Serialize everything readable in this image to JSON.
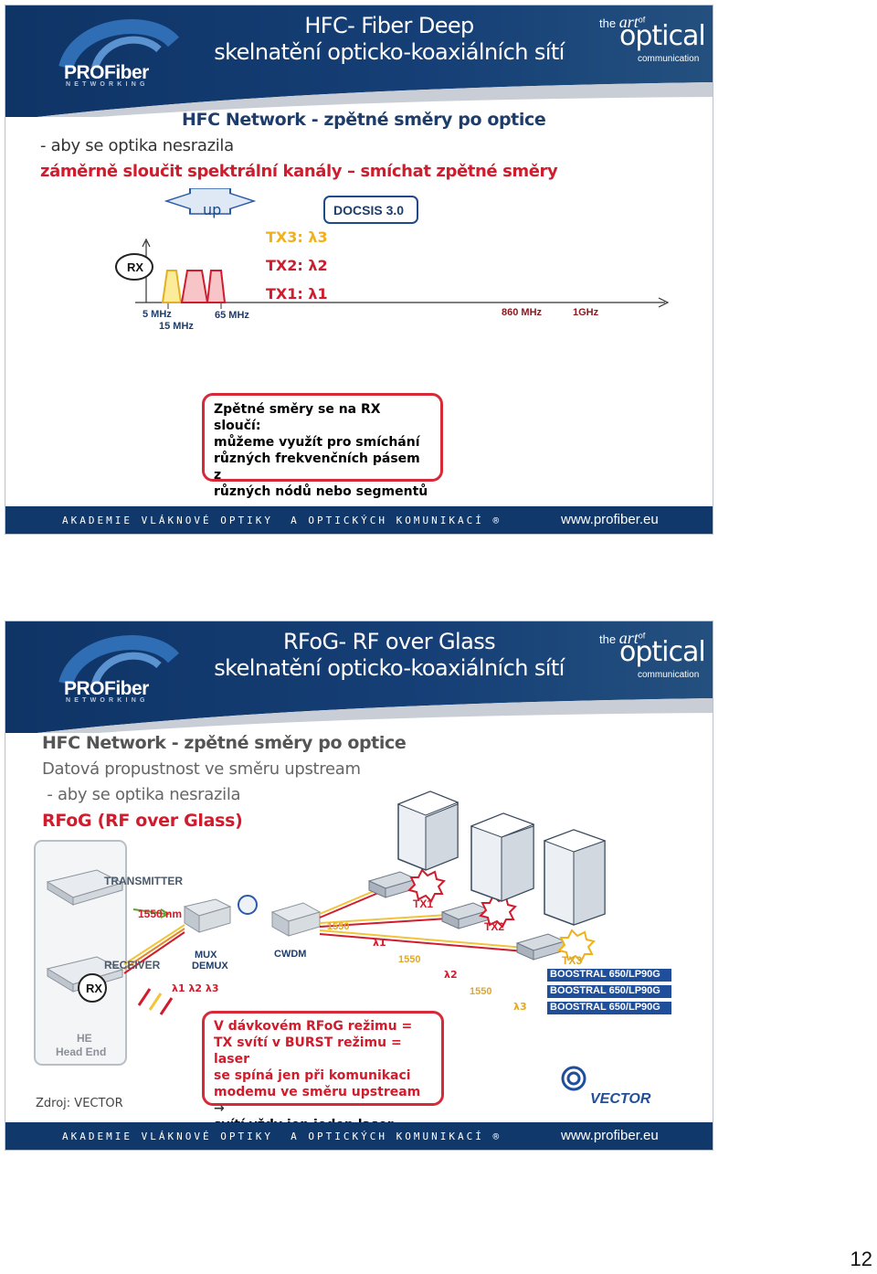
{
  "colors": {
    "navy": "#11386a",
    "red": "#d01c2c",
    "gold": "#f0b218",
    "callout_border": "#d62a38"
  },
  "slide1": {
    "title_line1": "HFC- Fiber Deep",
    "title_line2": "skelnatění opticko-koaxiálních sítí",
    "heading": "HFC Network - zpětné směry po optice",
    "line1": "- aby se optika nesrazila",
    "line2": "záměrně sloučit spektrální kanály – smíchat zpětné směry",
    "diagram": {
      "up": "up",
      "docsis": "DOCSIS 3.0",
      "rx": "RX",
      "tx3": "TX3: λ3",
      "tx2": "TX2: λ2",
      "tx1": "TX1: λ1",
      "f5": "5 MHz",
      "f15": "15 MHz",
      "f65": "65 MHz",
      "f860": "860 MHz",
      "f1g": "1GHz"
    },
    "callout": [
      "Zpětné směry se na RX sloučí:",
      "můžeme využít pro smíchání",
      "různých frekvenčních pásem z",
      "různých nódů nebo segmentů"
    ]
  },
  "slide2": {
    "title_line1": "RFoG- RF over Glass",
    "title_line2": "skelnatění opticko-koaxiálních sítí",
    "heading": "HFC Network - zpětné směry po optice",
    "line1": "Datová propustnost ve směru upstream",
    "line2": " - aby se optika nesrazila",
    "line3": "RFoG (RF over Glass)",
    "diagram": {
      "transmitter": "TRANSMITTER",
      "nm": "1550 nm",
      "receiver": "RECEIVER",
      "rx": "RX",
      "mux": "MUX",
      "demux": "DEMUX",
      "cwdm": "CWDM",
      "l1550a": "1550",
      "l1550b": "1550",
      "l1550c": "1550",
      "lam1": "λ1",
      "lam2": "λ2",
      "lam3": "λ3",
      "lams": "λ1 λ2 λ3",
      "tx1": "TX1",
      "tx2": "TX2",
      "tx3": "TX3",
      "boostral": [
        "BOOSTRAL 650/LP90G",
        "BOOSTRAL 650/LP90G",
        "BOOSTRAL 650/LP90G"
      ],
      "he": "HE",
      "headend": "Head End",
      "vector": "VECTOR"
    },
    "source": "Zdroj: VECTOR",
    "callout": [
      "V dávkovém RFoG režimu =",
      "TX svítí v BURST režimu = laser",
      "se spíná jen při komunikaci",
      "modemu ve směru upstream",
      "svítí vždy jen jeden laser"
    ]
  },
  "brand": {
    "logo": "PROFiber",
    "logo_sub": "NETWORKING",
    "art_the": "the",
    "art_art": "art",
    "art_of": "of",
    "art_optical": "optical",
    "art_comm": "communication"
  },
  "footer": {
    "akademie": "AKADEMIE VLÁKNOVÉ OPTIKY  A OPTICKÝCH KOMUNIKACÍ ®",
    "url": "www.profiber.eu"
  },
  "page_number": "12"
}
